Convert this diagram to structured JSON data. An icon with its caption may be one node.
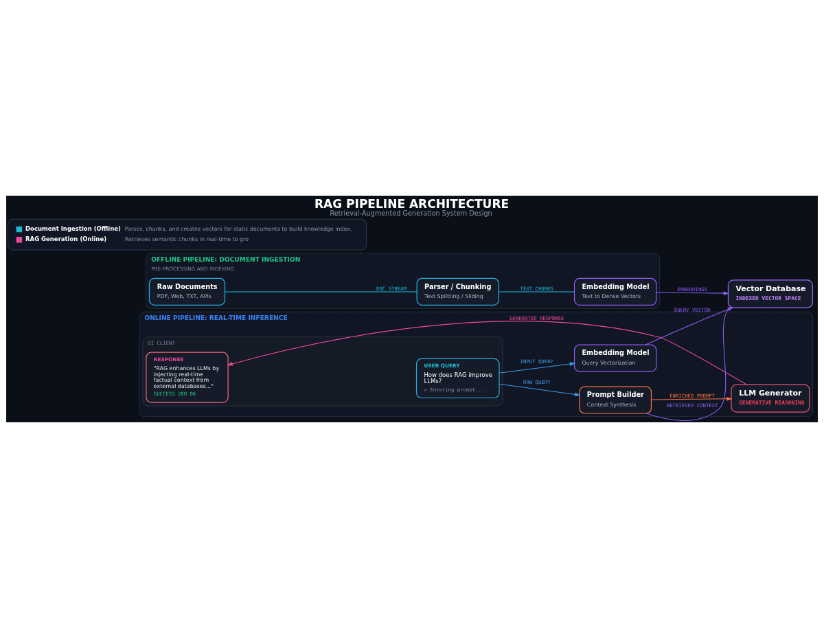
{
  "diagram": {
    "title": "RAG PIPELINE ARCHITECTURE",
    "caption": "Retrieval-Augmented Generation System Design",
    "nodes": [
      {
        "text": [
          "OFFLINE PIPELINE: DOCUMENT INGESTION",
          "PRE-PROCESSING AND INDEXING"
        ]
      },
      {
        "text": [
          "Raw Documents",
          "PDF, Web, TXT, APIs"
        ],
        "in": 0
      },
      {
        "text": [
          "Parser / Chunking",
          "Text Splitting / Sliding"
        ],
        "in": 0
      },
      {
        "text": [
          "Embedding Model",
          "Text to Dense Vectors"
        ],
        "in": 0
      },
      {
        "text": [
          "ONLINE PIPELINE: REAL-TIME INFERENCE"
        ]
      },
      {
        "text": [
          "UI CLIENT"
        ],
        "in": 4
      },
      {
        "text": [
          "USER QUERY",
          "How does RAG improve LLMs?",
          "> Entering prompt..."
        ],
        "in": 5
      },
      {
        "text": [
          "RESPONSE",
          "\"RAG enhances LLMs by injecting real-time factual context from external databases...\"",
          "SUCCESS 200 OK"
        ],
        "in": 5
      },
      {
        "text": [
          "Embedding Model",
          "Query Vectorization"
        ],
        "in": 4
      },
      {
        "text": [
          "Prompt Builder",
          "Context Synthesis"
        ],
        "in": 4
      },
      {
        "text": [
          "Vector Database",
          "INDEXED VECTOR SPACE"
        ]
      },
      {
        "text": [
          "LLM Generator",
          "GENERATIVE REASONING"
        ],
        "in": 4
      }
    ],
    "edges": [
      {
        "from": 1,
        "to": 2,
        "arrow": "none",
        "label": "DOC STREAM",
        "color": "#22b8d8"
      },
      {
        "from": 2,
        "to": 3,
        "arrow": "none",
        "label": "TEXT CHUNKS",
        "color": "#22b8d8"
      },
      {
        "from": 3,
        "to": 10,
        "arrow": "to",
        "label": "EMBEDDINGS",
        "color": "#8b5cf6"
      },
      {
        "from": 6,
        "to": 8,
        "arrow": "to",
        "label": "INPUT QUERY",
        "color": "#3b9be8"
      },
      {
        "from": 6,
        "to": 9,
        "arrow": "to",
        "label": "RAW QUERY",
        "color": "#3b9be8"
      },
      {
        "from": 8,
        "to": 10,
        "arrow": "to",
        "label": "QUERY VECTOR",
        "color": "#8b5cf6"
      },
      {
        "from": 10,
        "to": 9,
        "arrow": "none",
        "label": "RETRIEVED CONTEXT",
        "color": "#8b5cf6"
      },
      {
        "from": 9,
        "to": 11,
        "arrow": "to",
        "label": "ENRICHED PROMPT",
        "color": "#f97340"
      },
      {
        "from": 11,
        "to": 7,
        "arrow": "to",
        "label": "GENERATED RESPONSE",
        "color": "#ec4899"
      }
    ],
    "labels": [
      "Parses, chunks, and creates vectors for static documents to build knowledge index.",
      "Retrieves semantic chunks in real-time to gro"
    ],
    "legend": [
      {
        "text": "Document Ingestion (Offline)",
        "color": "#1fb6d4"
      },
      {
        "text": "RAG Generation (Online)",
        "color": "#ec4899"
      }
    ]
  }
}
